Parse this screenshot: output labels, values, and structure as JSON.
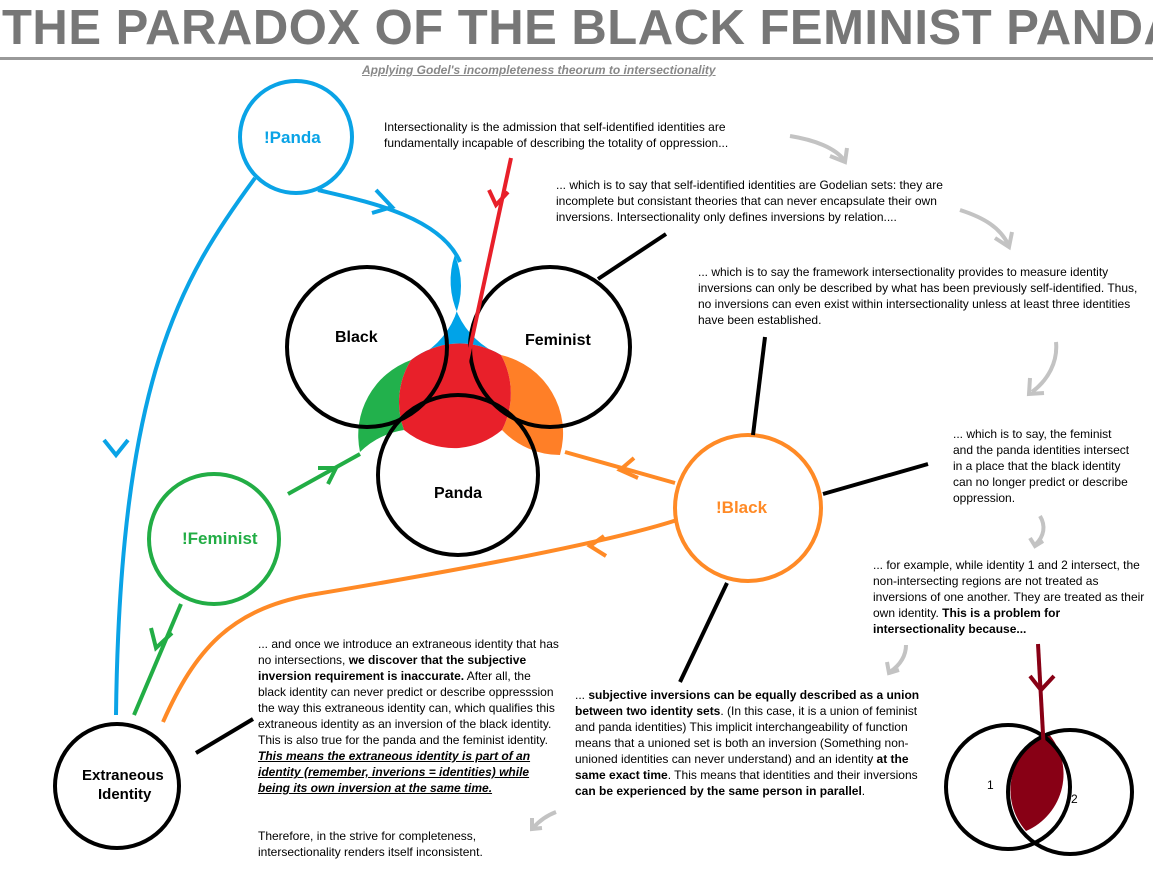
{
  "title": "THE PARADOX OF THE BLACK FEMINIST PANDA",
  "subtitle": "Applying Godel's incompleteness theorum to intersectionality",
  "labels": {
    "panda_not": "!Panda",
    "black": "Black",
    "feminist": "Feminist",
    "panda": "Panda",
    "feminist_not": "!Feminist",
    "black_not": "!Black",
    "extraneous_line1": "Extraneous",
    "extraneous_line2": "Identity",
    "id1": "1",
    "id2": "2"
  },
  "text": {
    "p1": "Intersectionality is the admission that self-identified identities are fundamentally incapable of describing the totality of oppression...",
    "p2": "... which is to say that self-identified identities are Godelian sets: they are incomplete but consistant theories that can never encapsulate their own inversions.  Intersectionality only defines inversions by relation....",
    "p3": "... which is to say the framework intersectionality provides to measure identity inversions can only be described by what has been previously self-identified.  Thus, no inversions can even exist within intersectionality unless at least three identities have been established.",
    "p4": "... which is to say, the feminist and the panda identities intersect in a place that the black identity can no longer predict or describe oppression.",
    "p5_a": "... for example, while identity 1 and 2 intersect, the non-intersecting regions are not treated as inversions of one another.  They are treated as their own identity.  ",
    "p5_b": "This is a problem for intersectionality because...",
    "p6_a": "... ",
    "p6_b": "subjective inversions can be equally described as a union between two identity sets",
    "p6_c": ".  (In this case, it is a union of feminist and panda identities)  This implicit interchangeability of function means that a unioned set is both an inversion (Something non-unioned identities can never understand) and an identity ",
    "p6_d": "at the same exact time",
    "p6_e": ".  This means that identities and their inversions ",
    "p6_f": "can be experienced by the same person in parallel",
    "p6_g": ".",
    "p7_a": "... and once we introduce an extraneous identity that has no intersections, ",
    "p7_b": "we discover that the subjective inversion requirement is inaccurate.",
    "p7_c": "  After all, the black identity can never predict or describe oppresssion the way this extraneous identity can, which qualifies this extraneous identity as an inversion of the black identity.  This is also true for the panda and the feminist identity.  ",
    "p7_d": "This means the extraneous identity is part of an identity (remember, inverions = identities) while being its own inversion at the same time.",
    "p8": "Therefore, in the strive for completeness, intersectionality renders itself inconsistent."
  },
  "colors": {
    "title": "#777777",
    "panda_not": "#0aa3e6",
    "feminist_not": "#22ad45",
    "black_not": "#ff8a26",
    "red": "#e8202a",
    "blue_region": "#00a3e8",
    "green_region": "#22b14c",
    "orange_region": "#ff7f27",
    "dark_red": "#880015",
    "grey_arrow": "#c3c3c3"
  }
}
